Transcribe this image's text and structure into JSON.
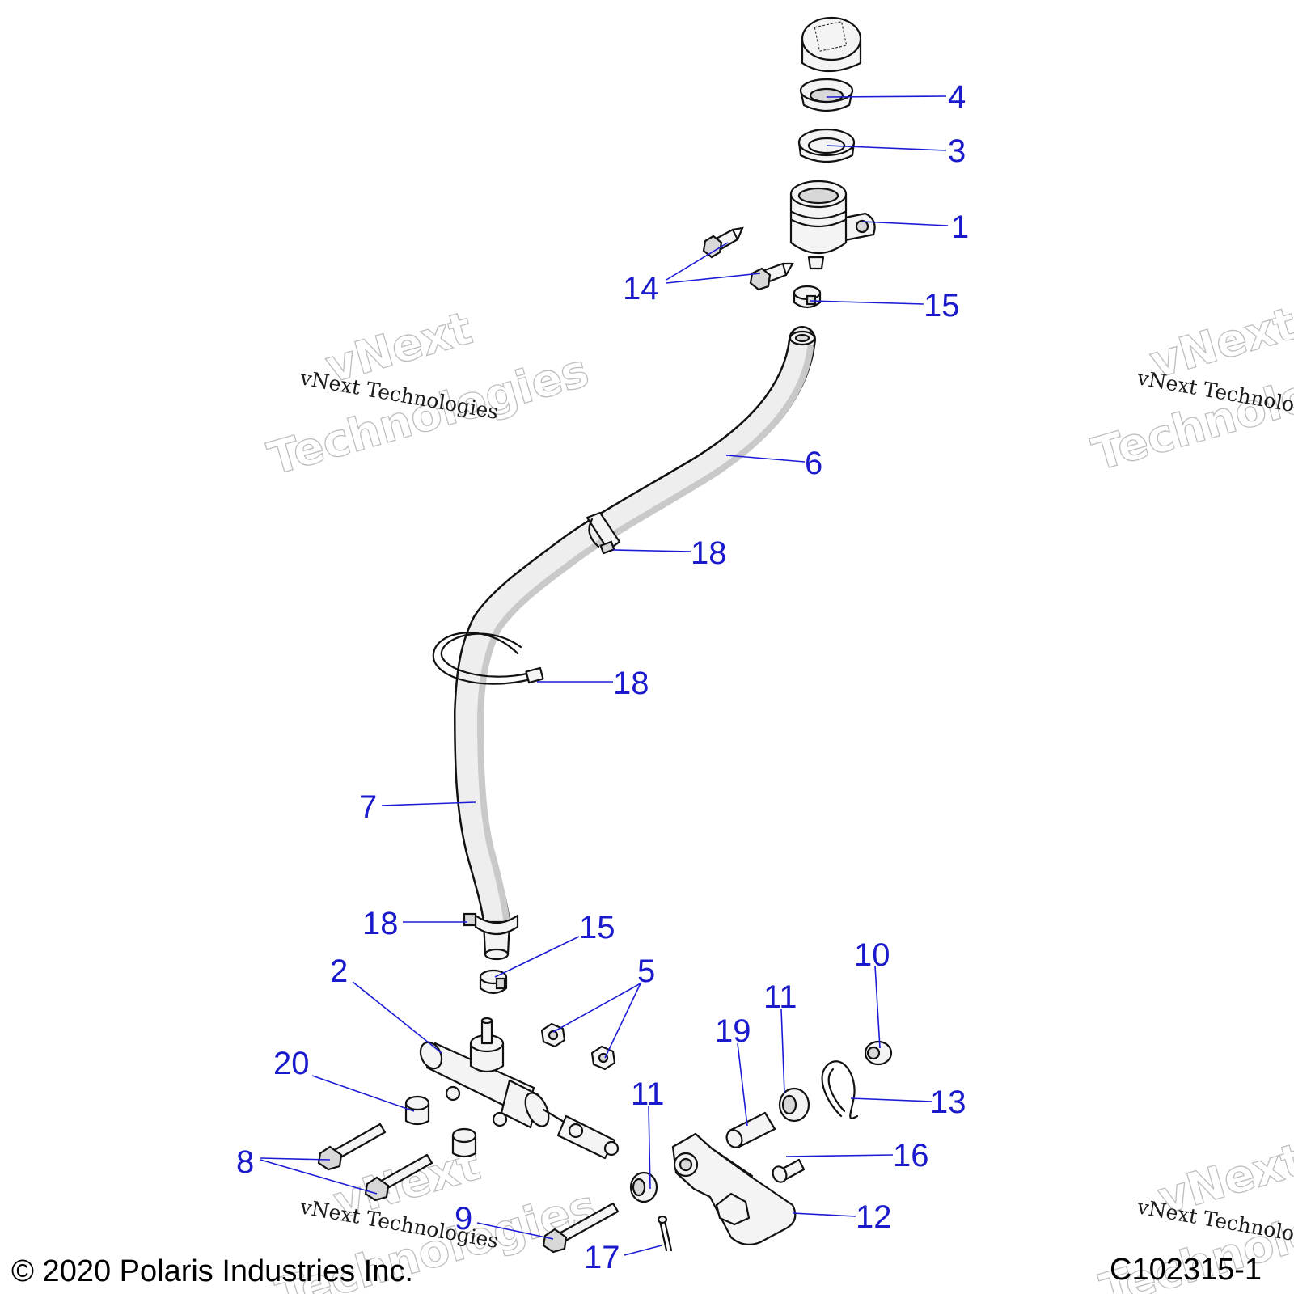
{
  "callouts": [
    "1",
    "2",
    "3",
    "4",
    "5",
    "6",
    "7",
    "8",
    "9",
    "10",
    "11",
    "12",
    "13",
    "14",
    "15",
    "16",
    "17",
    "18",
    "19",
    "20"
  ],
  "watermark": {
    "line1": "vNext",
    "line2": "Technologies",
    "small": "vNext Technologies"
  },
  "footer": {
    "copyright": "© 2020 Polaris Industries Inc.",
    "figure_id": "C102315-1"
  }
}
